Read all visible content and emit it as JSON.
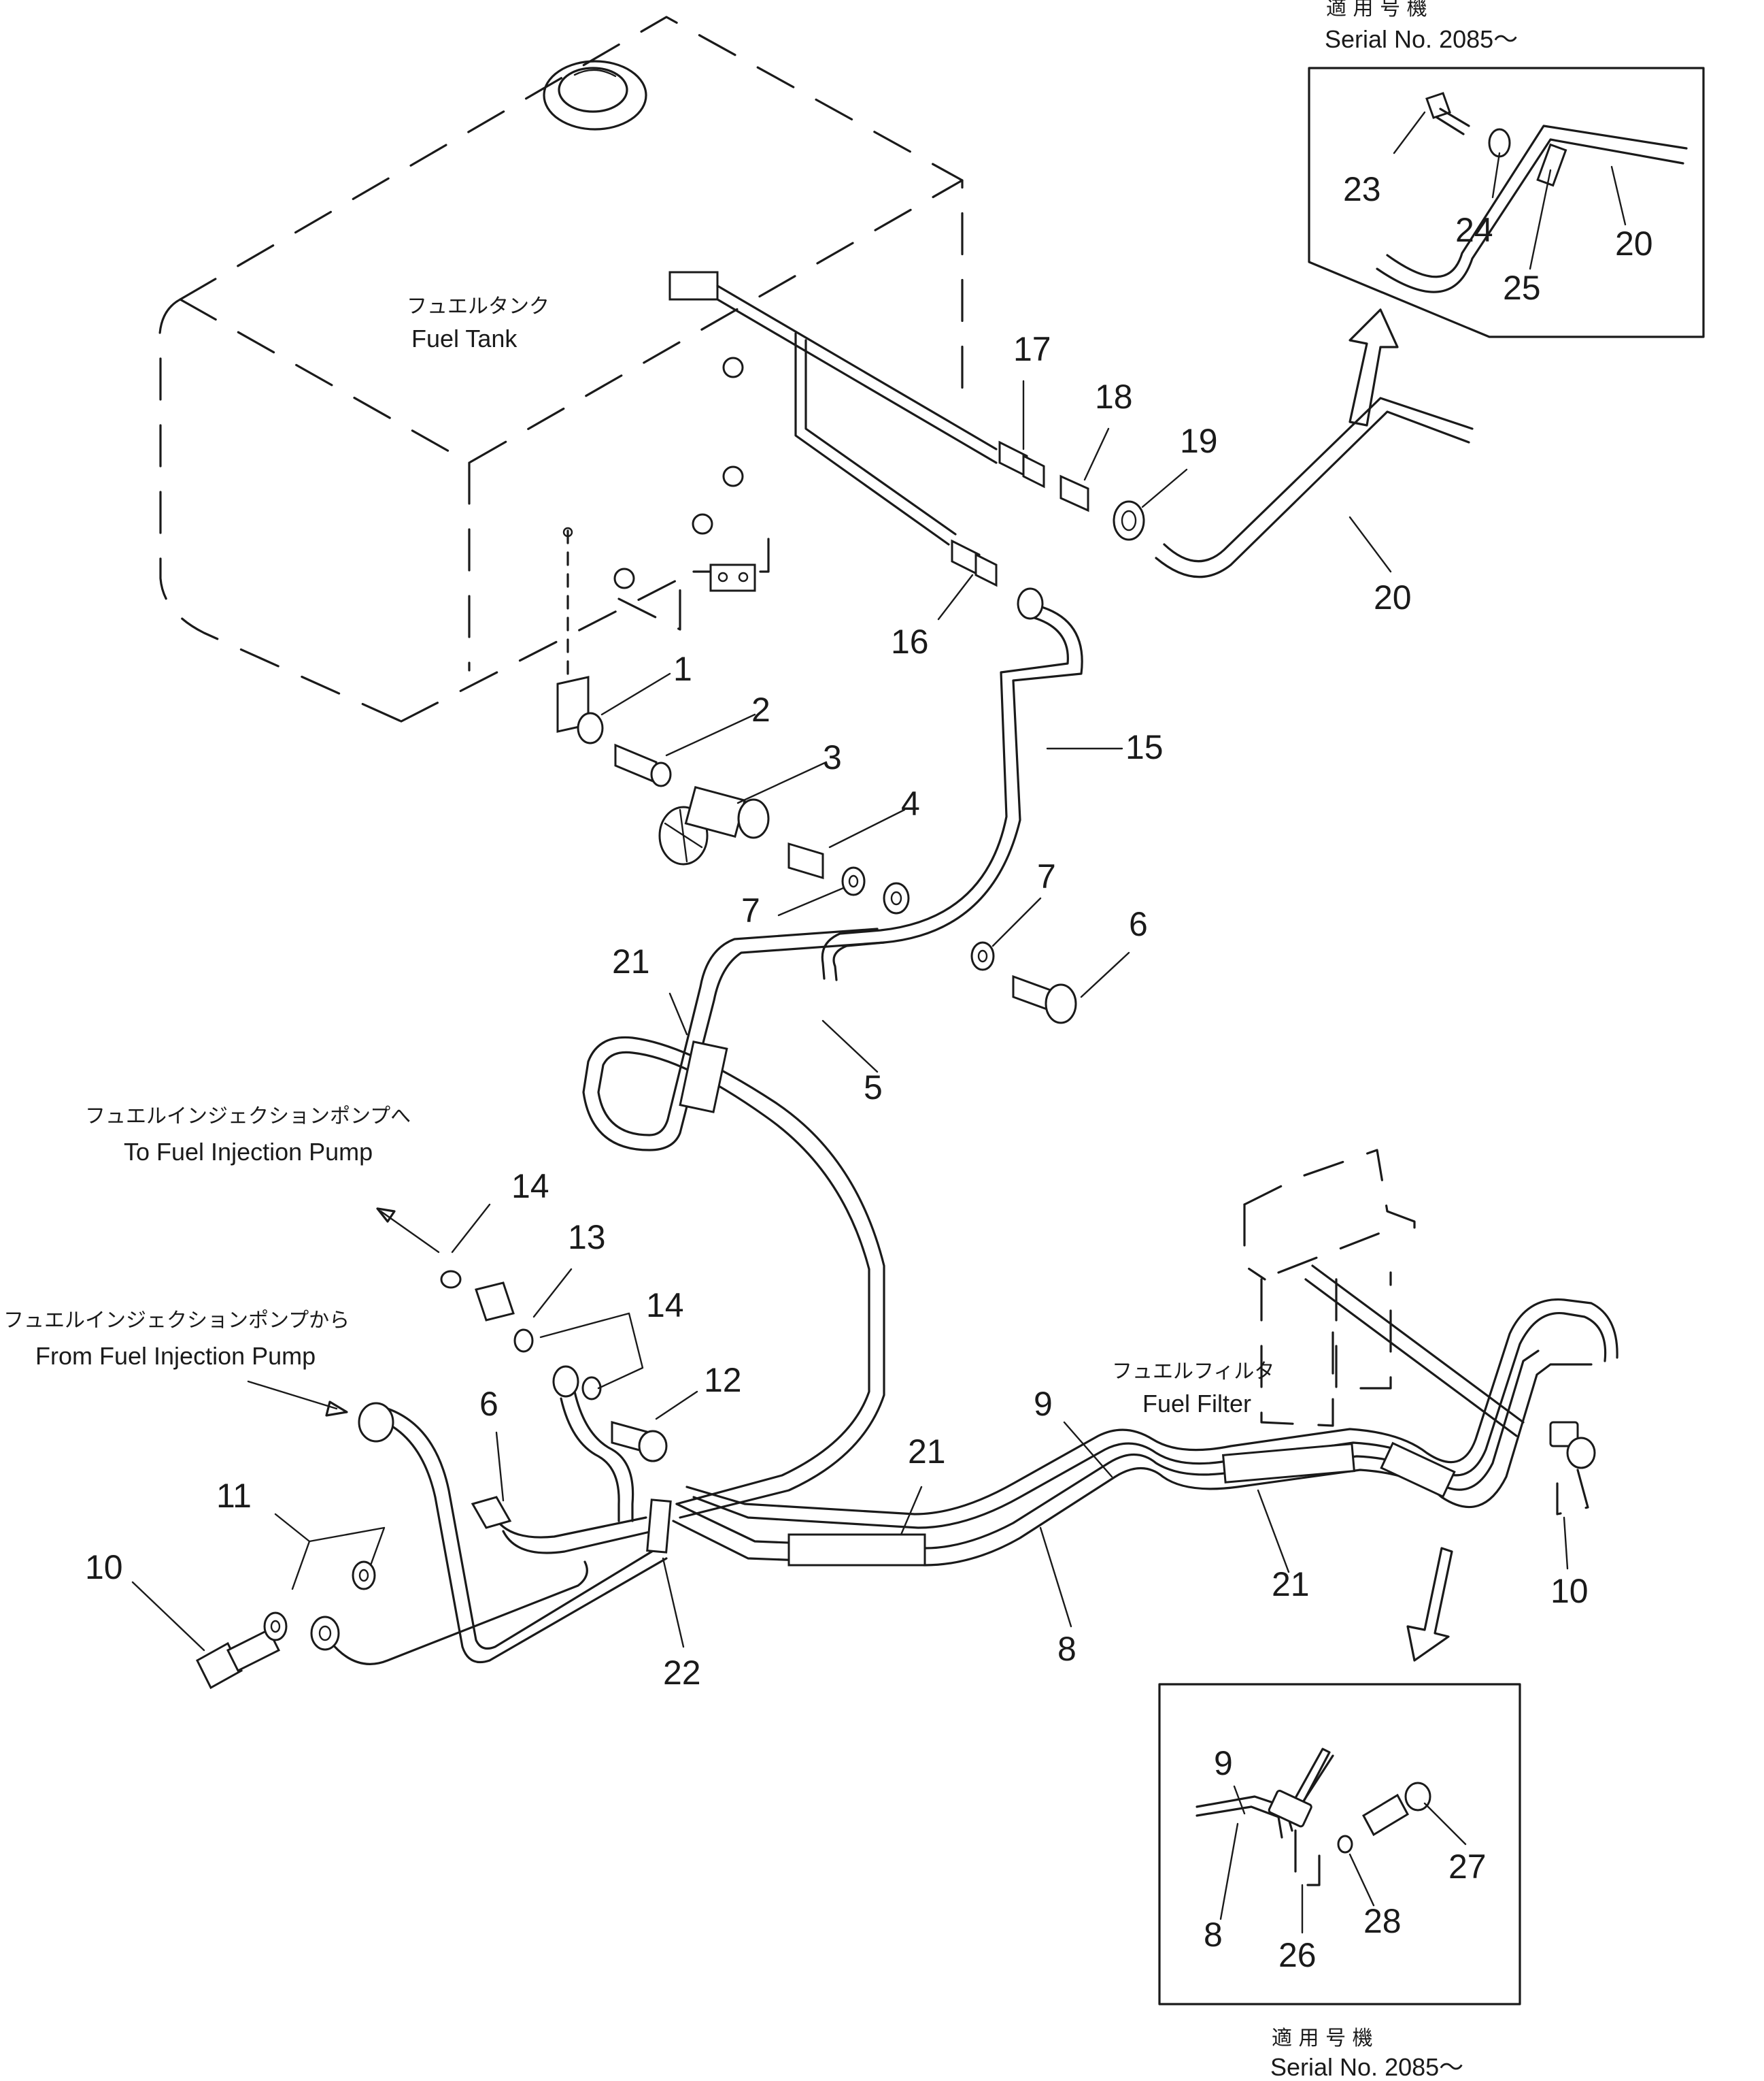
{
  "tank": {
    "label_jp": "フュエルタンク",
    "label_en": "Fuel Tank"
  },
  "filter": {
    "label_jp": "フュエルフィルタ",
    "label_en": "Fuel Filter"
  },
  "to_pump": {
    "label_jp": "フュエルインジェクションポンプへ",
    "label_en": "To Fuel Injection Pump"
  },
  "from_pump": {
    "label_jp": "フュエルインジェクションポンプから",
    "label_en": "From Fuel Injection Pump"
  },
  "inset_top": {
    "applicable_jp": "適 用 号 機",
    "serial": "Serial No. 2085～"
  },
  "inset_bottom": {
    "applicable_jp": "適 用 号 機",
    "serial": "Serial No. 2085～"
  },
  "callouts": {
    "c1": "1",
    "c2": "2",
    "c3": "3",
    "c4": "4",
    "c5": "5",
    "c6a": "6",
    "c6b": "6",
    "c7a": "7",
    "c7b": "7",
    "c8": "8",
    "c9": "9",
    "c10a": "10",
    "c10b": "10",
    "c11": "11",
    "c12": "12",
    "c13": "13",
    "c14a": "14",
    "c14b": "14",
    "c15": "15",
    "c16": "16",
    "c17": "17",
    "c18": "18",
    "c19": "19",
    "c20a": "20",
    "c20b": "20",
    "c21a": "21",
    "c21b": "21",
    "c21c": "21",
    "c22": "22",
    "c23": "23",
    "c24": "24",
    "c25": "25",
    "c26": "26",
    "c27": "27",
    "c28": "28",
    "c8i": "8",
    "c9i": "9"
  }
}
